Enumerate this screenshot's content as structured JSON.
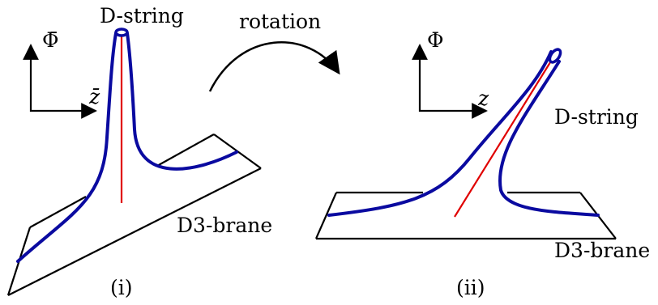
{
  "colors": {
    "ink": "#000000",
    "brane_curve": "#0a0aa0",
    "string_core": "#e00000"
  },
  "panel_i": {
    "axis_vertical_label": "Φ̄",
    "axis_horizontal_label": "z̄",
    "string_label": "D-string",
    "brane_label": "D3-brane",
    "caption": "(i)"
  },
  "transition": {
    "label": "rotation"
  },
  "panel_ii": {
    "axis_vertical_label": "Φ",
    "axis_horizontal_label": "z",
    "string_label": "D-string",
    "brane_label": "D3-brane",
    "caption": "(ii)"
  }
}
